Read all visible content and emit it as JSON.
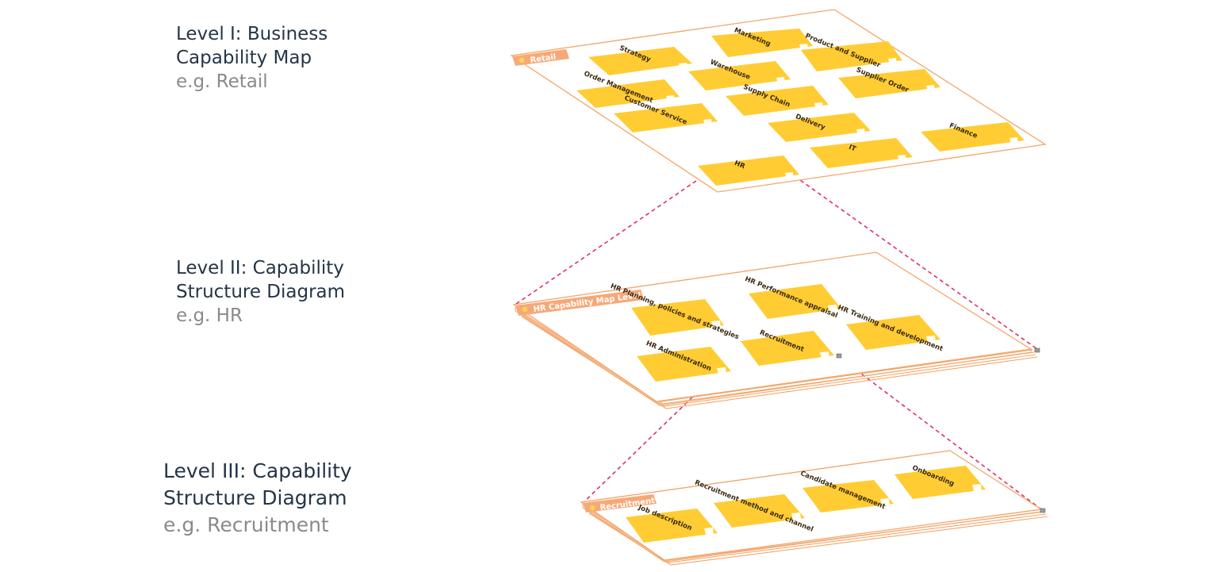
{
  "levels": [
    {
      "title": "Level I: Business\nCapability Map",
      "example": "e.g. Retail",
      "map_label": "Retail",
      "capabilities": [
        "Strategy",
        "Marketing",
        "Product and Supplier",
        "Warehouse",
        "Order Management",
        "Supplier Order",
        "Supply Chain",
        "Customer Service",
        "Delivery",
        "Finance",
        "IT",
        "HR"
      ]
    },
    {
      "title": "Level II: Capability\nStructure Diagram",
      "example": "e.g. HR",
      "map_label": "HR Capability Map Level II",
      "capabilities": [
        "HR Planning, policies and strategies",
        "HR Performance appraisal",
        "HR Training and development",
        "Recruitment",
        "HR Administration"
      ]
    },
    {
      "title": "Level III: Capability\nStructure Diagram",
      "example": "e.g. Recruitment",
      "map_label": "Recruitment",
      "capabilities": [
        "Job description",
        "Recruitment method and channel",
        "Candidate management",
        "Onboarding"
      ]
    }
  ],
  "colors": {
    "card": "#ffcc33",
    "plane_border": "#f3a66b",
    "label_tag": "#f7a878",
    "connector": "#e0306a",
    "title_text": "#243547",
    "example_text": "#8a8a8a"
  }
}
